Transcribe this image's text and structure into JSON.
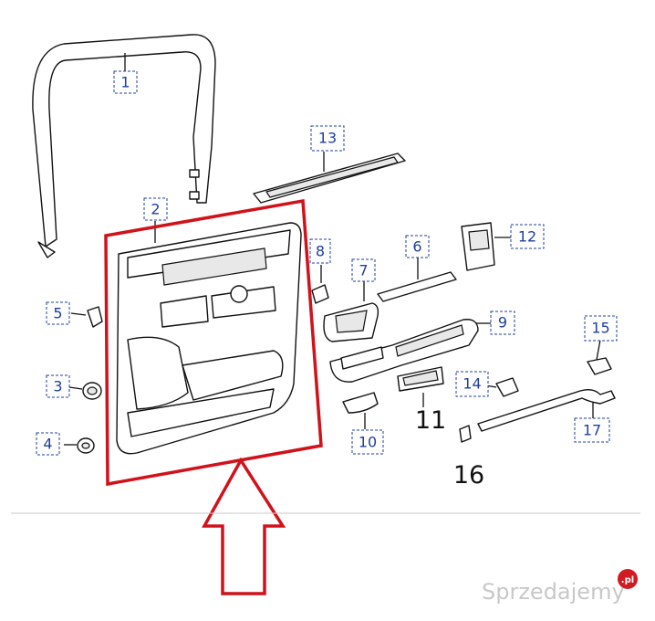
{
  "callouts": [
    {
      "id": "c1",
      "label": "1"
    },
    {
      "id": "c2",
      "label": "2"
    },
    {
      "id": "c3",
      "label": "3"
    },
    {
      "id": "c4",
      "label": "4"
    },
    {
      "id": "c5",
      "label": "5"
    },
    {
      "id": "c6",
      "label": "6"
    },
    {
      "id": "c7",
      "label": "7"
    },
    {
      "id": "c8",
      "label": "8"
    },
    {
      "id": "c9",
      "label": "9"
    },
    {
      "id": "c10",
      "label": "10"
    },
    {
      "id": "c12",
      "label": "12"
    },
    {
      "id": "c13",
      "label": "13"
    },
    {
      "id": "c14",
      "label": "14"
    },
    {
      "id": "c15",
      "label": "15"
    },
    {
      "id": "c17",
      "label": "17"
    }
  ],
  "plain_labels": {
    "l11": "11",
    "l16": "16"
  },
  "highlight_color": "#d0121b",
  "callout_color": "#1f3f9f",
  "watermark": {
    "text": "Sprzedajemy",
    "badge": ".pl"
  }
}
